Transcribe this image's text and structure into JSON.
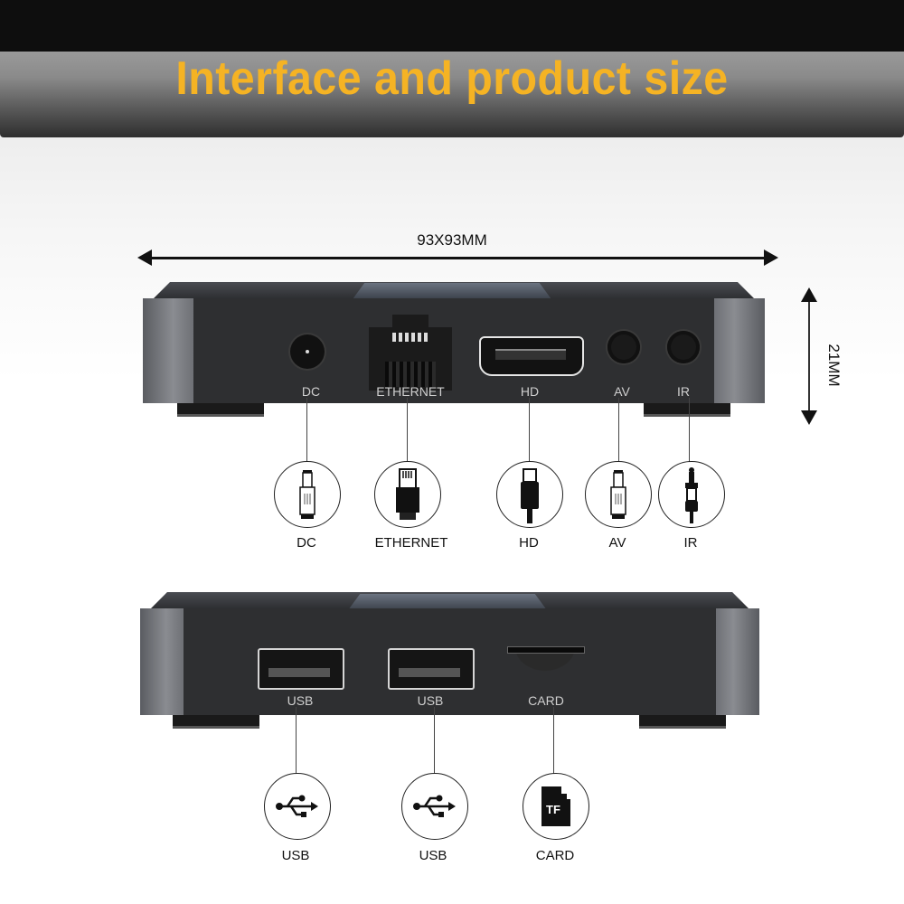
{
  "header": {
    "title": "Interface and product size"
  },
  "dimensions": {
    "width_label": "93X93MM",
    "height_label": "21MM"
  },
  "front_panel": {
    "ports": [
      {
        "id": "dc",
        "label": "DC",
        "icon": "dc-plug-icon"
      },
      {
        "id": "ethernet",
        "label": "ETHERNET",
        "icon": "rj45-plug-icon"
      },
      {
        "id": "hd",
        "label": "HD",
        "icon": "hdmi-plug-icon"
      },
      {
        "id": "av",
        "label": "AV",
        "icon": "av-plug-icon"
      },
      {
        "id": "ir",
        "label": "IR",
        "icon": "ir-plug-icon"
      }
    ]
  },
  "side_panel": {
    "ports": [
      {
        "id": "usb1",
        "label": "USB",
        "icon": "usb-icon"
      },
      {
        "id": "usb2",
        "label": "USB",
        "icon": "usb-icon"
      },
      {
        "id": "card",
        "label": "CARD",
        "icon": "tf-card-icon",
        "icon_text": "TF"
      }
    ]
  },
  "colors": {
    "title": "#f5b324",
    "banner_dark": "#0e0e0e",
    "device_body": "#2e2f31"
  }
}
